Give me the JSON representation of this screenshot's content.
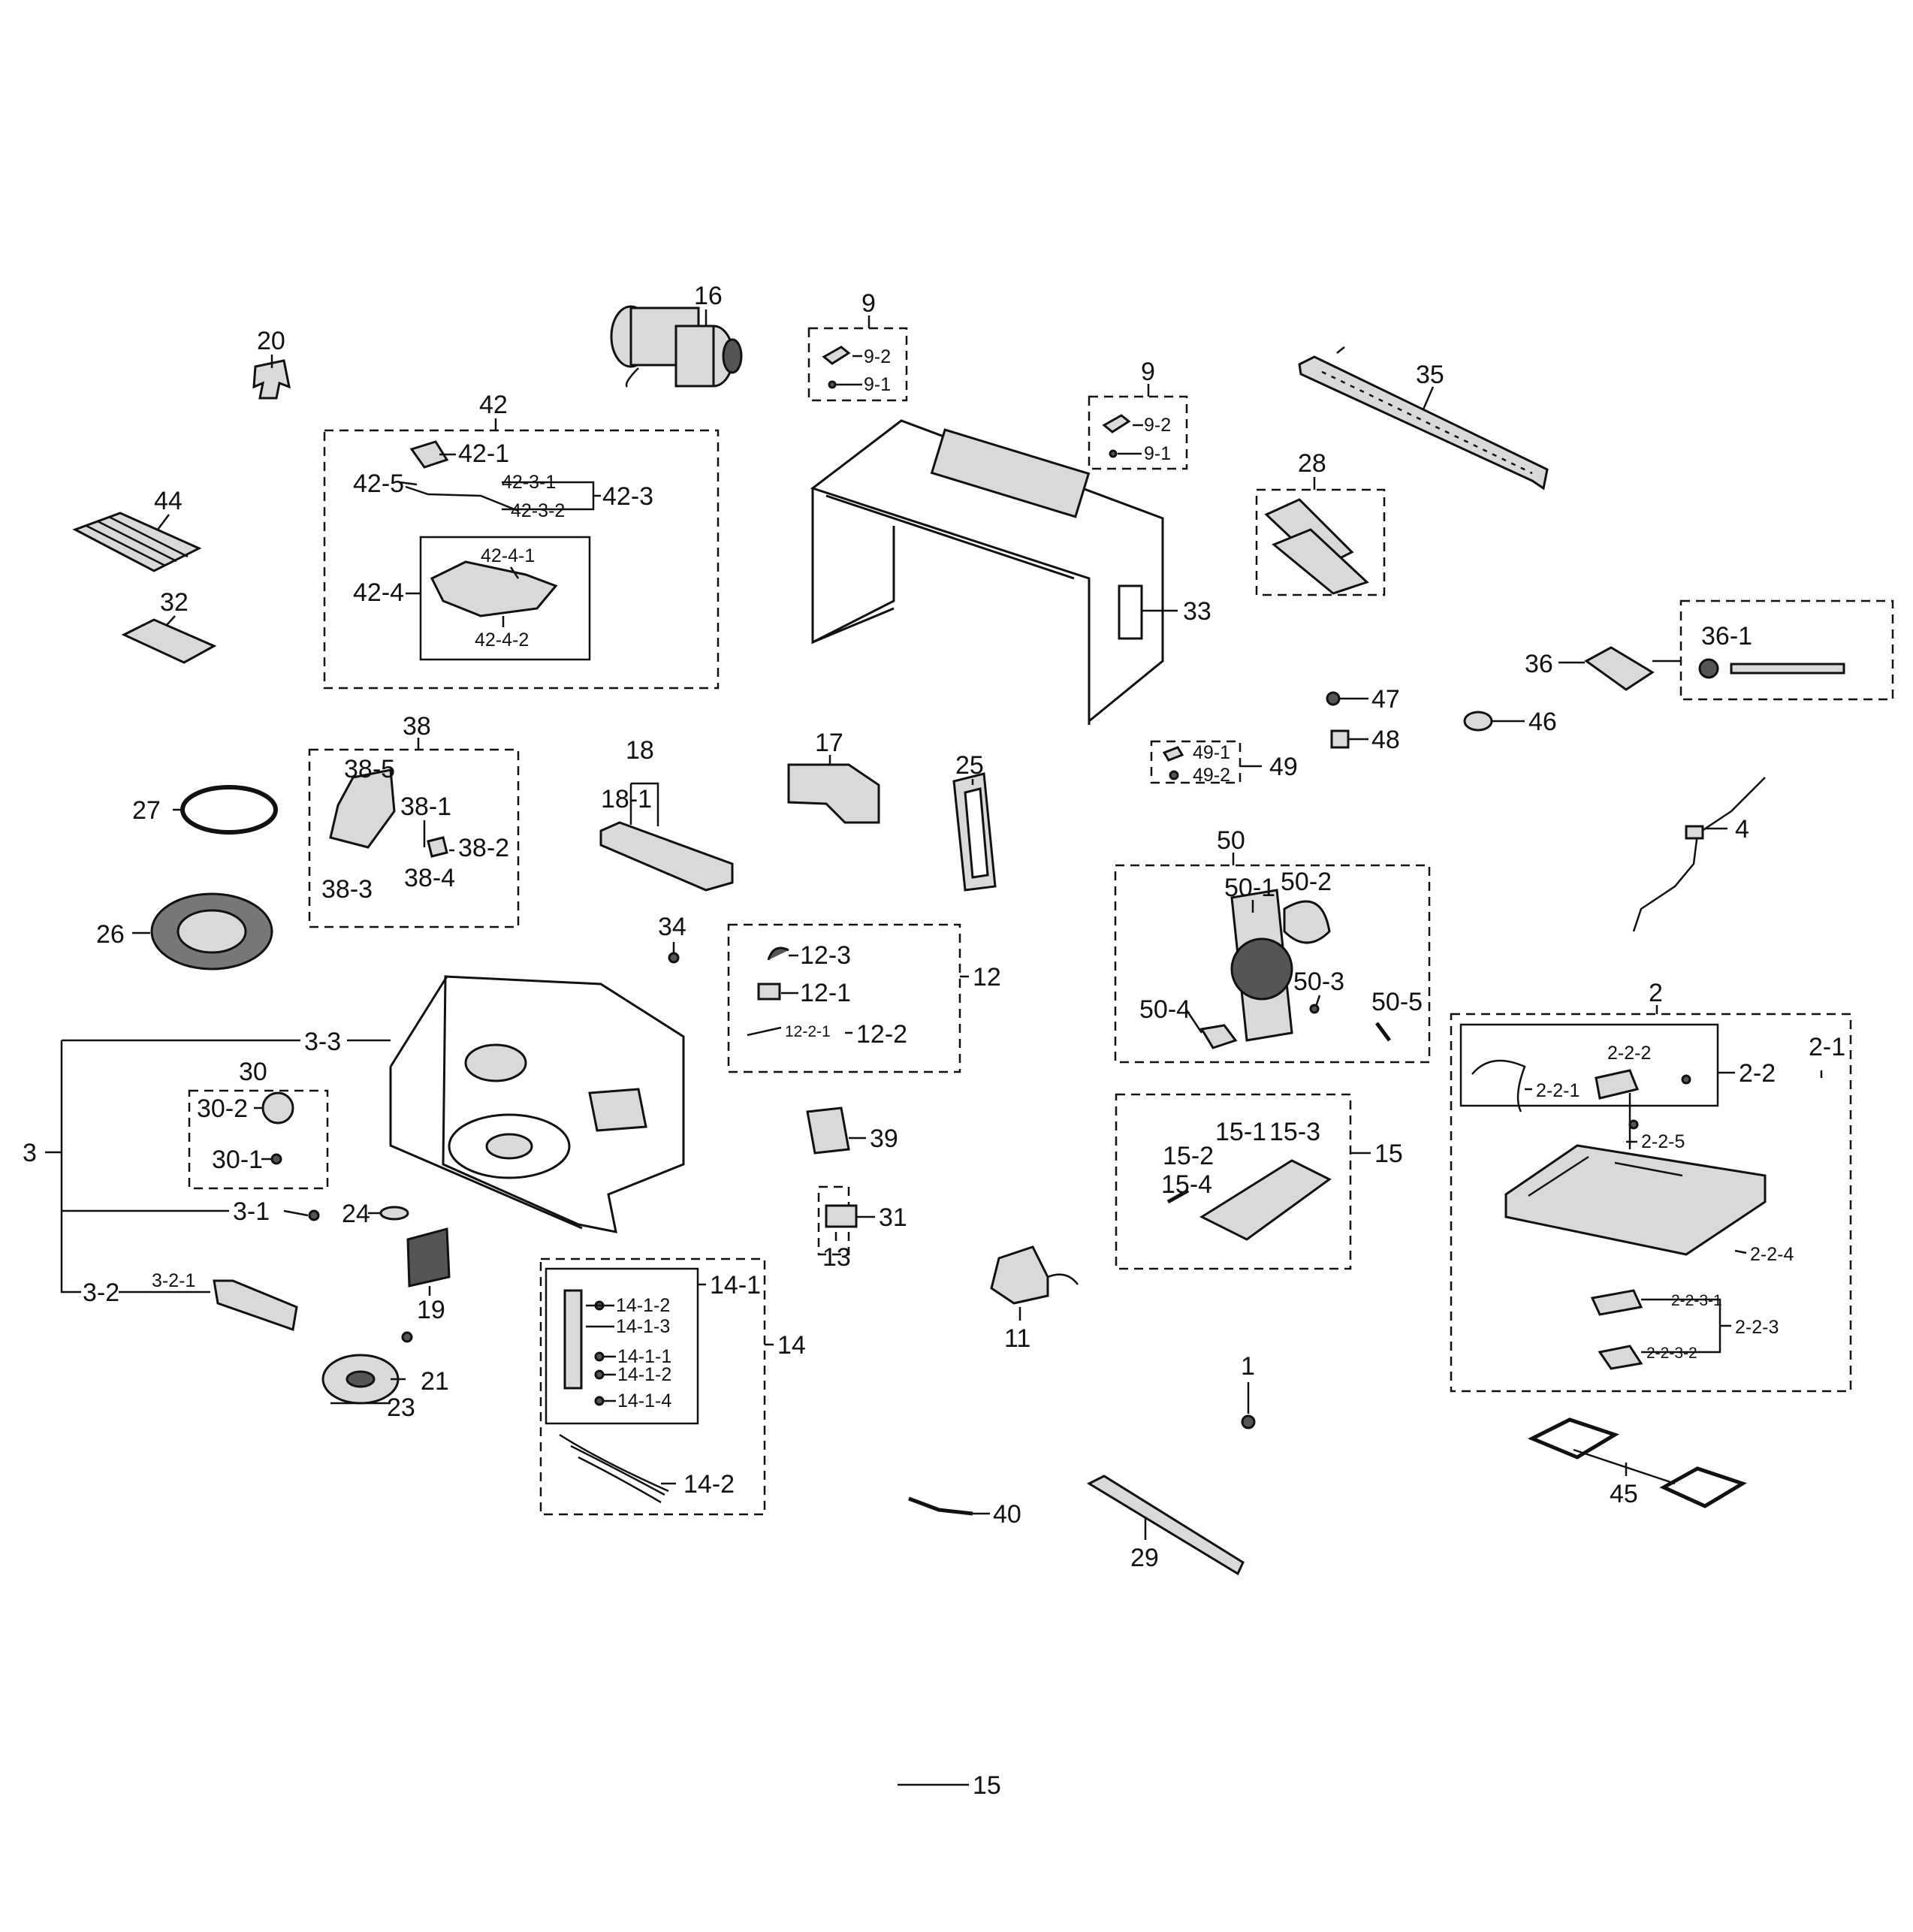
{
  "labels": {
    "l1": "1",
    "l2": "2",
    "l2_1": "2-1",
    "l2_2": "2-2",
    "l2_2_1": "2-2-1",
    "l2_2_2": "2-2-2",
    "l2_2_3": "2-2-3",
    "l2_2_3_1": "2-2-3-1",
    "l2_2_3_2": "2-2-3-2",
    "l2_2_4": "2-2-4",
    "l2_2_5": "2-2-5",
    "l3": "3",
    "l3_1": "3-1",
    "l3_2": "3-2",
    "l3_2_1": "3-2-1",
    "l3_3": "3-3",
    "l4": "4",
    "l9a": "9",
    "l9_1a": "9-1",
    "l9_2a": "9-2",
    "l9b": "9",
    "l9_1b": "9-1",
    "l9_2b": "9-2",
    "l11": "11",
    "l12": "12",
    "l12_1": "12-1",
    "l12_2": "12-2",
    "l12_2_1": "12-2-1",
    "l12_3": "12-3",
    "l13": "13",
    "l14": "14",
    "l14_1": "14-1",
    "l14_1_1": "14-1-1",
    "l14_1_2a": "14-1-2",
    "l14_1_2b": "14-1-2",
    "l14_1_3": "14-1-3",
    "l14_1_4": "14-1-4",
    "l14_2": "14-2",
    "l15": "15",
    "l15_1": "15-1",
    "l15_2": "15-2",
    "l15_3": "15-3",
    "l15_4": "15-4",
    "l16": "16",
    "l17": "17",
    "l18": "18",
    "l18_1": "18-1",
    "l19": "19",
    "l20": "20",
    "l21": "21",
    "l23": "23",
    "l24": "24",
    "l25": "25",
    "l26": "26",
    "l27": "27",
    "l28": "28",
    "l29": "29",
    "l30": "30",
    "l30_1": "30-1",
    "l30_2": "30-2",
    "l31": "31",
    "l32": "32",
    "l33": "33",
    "l34": "34",
    "l35": "35",
    "l36": "36",
    "l36_1": "36-1",
    "l38": "38",
    "l38_1": "38-1",
    "l38_2": "38-2",
    "l38_3": "38-3",
    "l38_4": "38-4",
    "l38_5": "38-5",
    "l39": "39",
    "l40": "40",
    "l42": "42",
    "l42_1": "42-1",
    "l42_3": "42-3",
    "l42_3_1": "42-3-1",
    "l42_3_2": "42-3-2",
    "l42_4": "42-4",
    "l42_4_1": "42-4-1",
    "l42_4_2": "42-4-2",
    "l42_5": "42-5",
    "l44": "44",
    "l45": "45",
    "l46": "46",
    "l47": "47",
    "l48": "48",
    "l49": "49",
    "l49_1": "49-1",
    "l49_2": "49-2",
    "l50": "50",
    "l50_1": "50-1",
    "l50_2": "50-2",
    "l50_3": "50-3",
    "l50_4": "50-4",
    "l50_5": "50-5",
    "footer": "15"
  }
}
